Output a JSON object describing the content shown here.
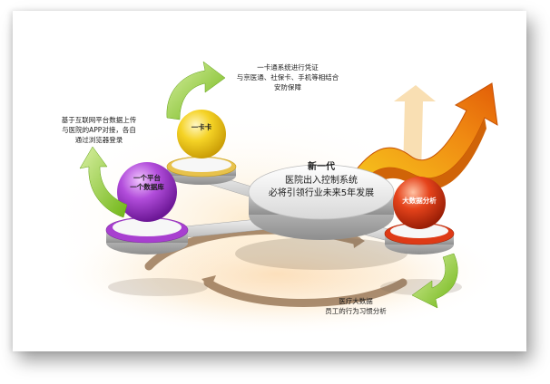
{
  "hub": {
    "line1": "新一代",
    "line2": "医院出入控制系统",
    "line3": "必将引领行业未来5年发展"
  },
  "nodes": {
    "one_card": "一卡卡",
    "platform_line1": "一个平台",
    "platform_line2": "一个数据库",
    "big_data": "大数据分析"
  },
  "notes": {
    "top_line1": "一卡通系统进行凭证",
    "top_line2": "与京医通、社保卡、手机等相结合",
    "top_line3": "安防保障",
    "left_line1": "基于互联网平台数据上传",
    "left_line2": "与医院的APP对接，各自",
    "left_line3": "通过浏览器登录",
    "bottom_line1": "医疗大数据",
    "bottom_line2": "员工的行为习惯分析"
  },
  "colors": {
    "yellow": "#f2cf1c",
    "purple": "#a83fd0",
    "red": "#de3a16",
    "green": "#8dcc2c",
    "orange": "#ef7a10",
    "warm_glow": "#f7b457"
  }
}
